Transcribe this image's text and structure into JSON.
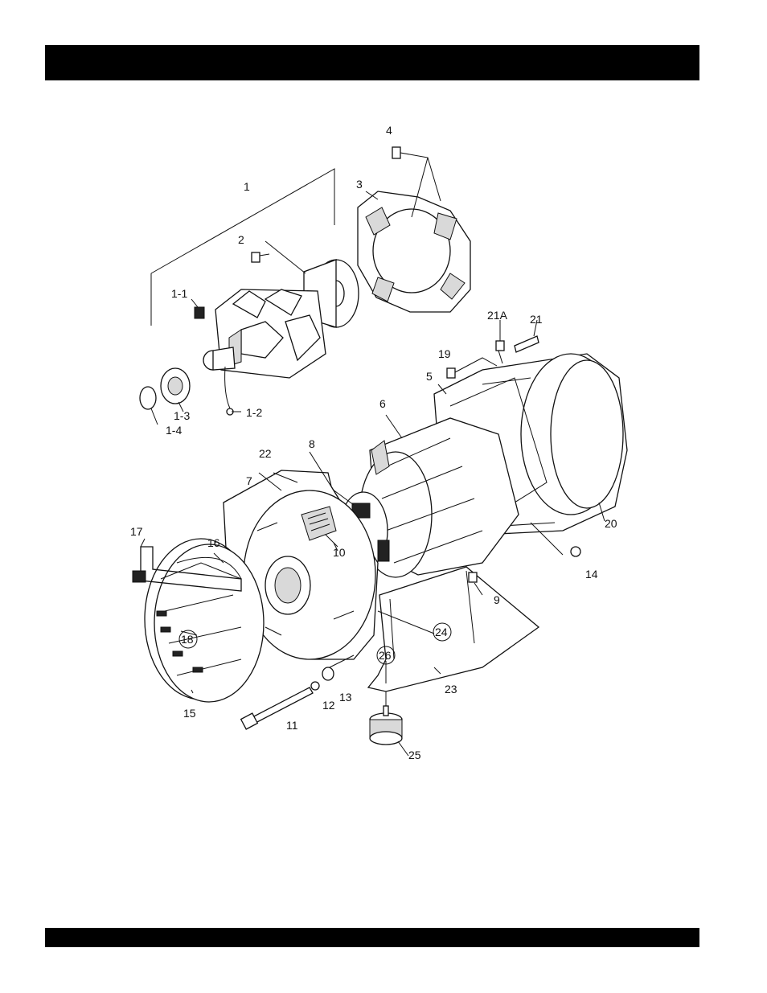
{
  "header_bar": {
    "text": ""
  },
  "footer_bar": {
    "text": ""
  },
  "callouts": {
    "c1": "1",
    "c1_1": "1-1",
    "c1_2": "1-2",
    "c1_3": "1-3",
    "c1_4": "1-4",
    "c2": "2",
    "c3": "3",
    "c4": "4",
    "c5": "5",
    "c6": "6",
    "c7": "7",
    "c8": "8",
    "c9": "9",
    "c10": "10",
    "c11": "11",
    "c12": "12",
    "c13": "13",
    "c14": "14",
    "c15": "15",
    "c16": "16",
    "c17": "17",
    "c18": "18",
    "c19": "19",
    "c20": "20",
    "c21": "21",
    "c21a": "21A",
    "c22": "22",
    "c23": "23",
    "c24": "24",
    "c25": "25",
    "c26": "26"
  }
}
